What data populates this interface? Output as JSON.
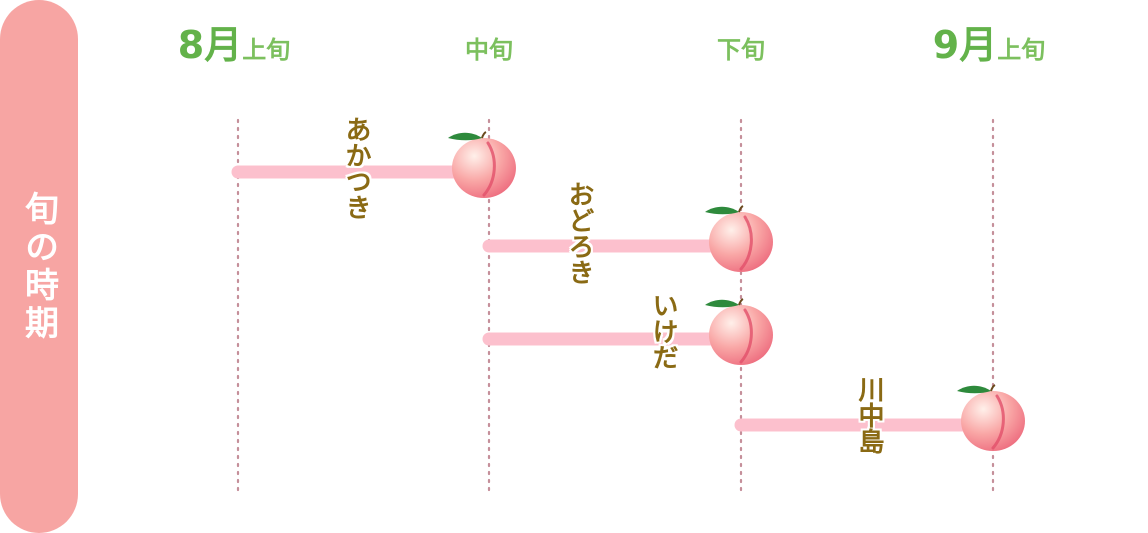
{
  "side_title": "旬の時期",
  "chart_data": {
    "type": "gantt",
    "columns": [
      {
        "month": "8月",
        "period": "上旬"
      },
      {
        "month": "",
        "period": "中旬"
      },
      {
        "month": "",
        "period": "下旬"
      },
      {
        "month": "9月",
        "period": "上旬"
      }
    ],
    "varieties": [
      {
        "name": "あかつき",
        "start": 0,
        "end": 0.98
      },
      {
        "name": "おどろき",
        "start": 1,
        "end": 2
      },
      {
        "name": "いけだ",
        "start": 1,
        "end": 2
      },
      {
        "name": "川中島",
        "start": 2,
        "end": 3
      }
    ]
  },
  "colors": {
    "panel": "#f7a5a3",
    "bar": "#fcc0cd",
    "gridline": "#c58f9a",
    "month_text": "#63b24a",
    "period_text": "#7cc05e",
    "label_text": "#8a6a14",
    "peach_light": "#ffd9d3",
    "peach_dark": "#ef6f7f",
    "leaf": "#2e8a3c"
  },
  "icons": {
    "fruit": "peach-icon"
  }
}
